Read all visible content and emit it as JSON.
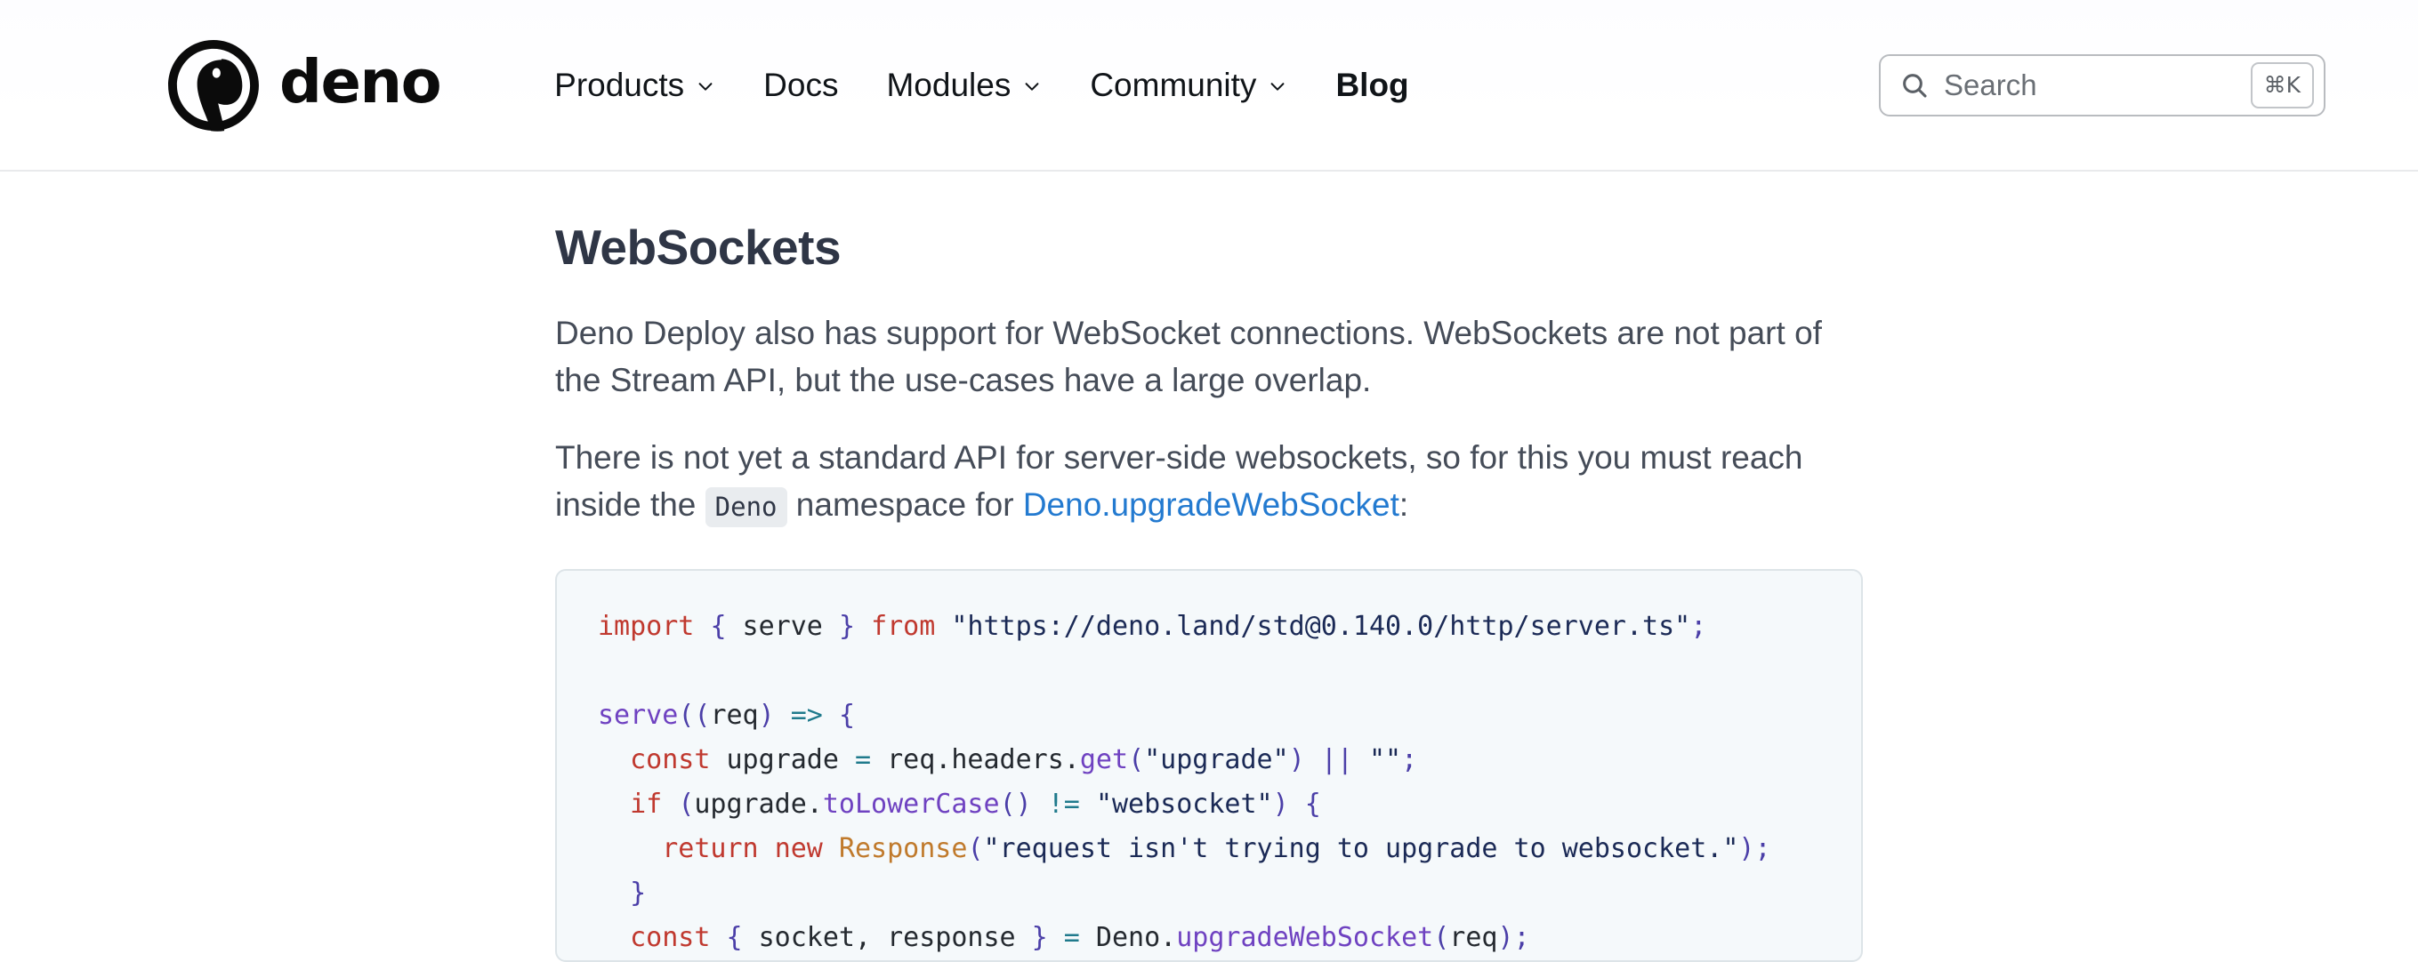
{
  "header": {
    "brand": {
      "logo_icon": "deno-dinosaur-logo",
      "wordmark": "deno"
    },
    "nav": [
      {
        "label": "Products",
        "has_dropdown": true,
        "active": false,
        "icon": "chevron-down-icon"
      },
      {
        "label": "Docs",
        "has_dropdown": false,
        "active": false,
        "icon": ""
      },
      {
        "label": "Modules",
        "has_dropdown": true,
        "active": false,
        "icon": "chevron-down-icon"
      },
      {
        "label": "Community",
        "has_dropdown": true,
        "active": false,
        "icon": "chevron-down-icon"
      },
      {
        "label": "Blog",
        "has_dropdown": false,
        "active": true,
        "icon": ""
      }
    ],
    "search": {
      "icon": "search-icon",
      "placeholder": "Search",
      "value": "",
      "shortcut_badge": "⌘K"
    }
  },
  "article": {
    "title": "WebSockets",
    "paragraphs": [
      {
        "segments": [
          {
            "type": "text",
            "text": "Deno Deploy also has support for WebSocket connections. WebSockets are not part of the Stream API, but the use-cases have a large overlap."
          }
        ]
      },
      {
        "segments": [
          {
            "type": "text",
            "text": "There is not yet a standard API for server-side websockets, so for this you must reach inside the "
          },
          {
            "type": "code",
            "text": "Deno"
          },
          {
            "type": "text",
            "text": " namespace for "
          },
          {
            "type": "link",
            "text": "Deno.upgradeWebSocket"
          },
          {
            "type": "text",
            "text": ":"
          }
        ]
      }
    ],
    "code_block": {
      "language": "typescript",
      "lines": [
        [
          {
            "t": "kw",
            "s": "import"
          },
          {
            "t": "plain",
            "s": " "
          },
          {
            "t": "punc",
            "s": "{"
          },
          {
            "t": "plain",
            "s": " serve "
          },
          {
            "t": "punc",
            "s": "}"
          },
          {
            "t": "plain",
            "s": " "
          },
          {
            "t": "kw",
            "s": "from"
          },
          {
            "t": "plain",
            "s": " "
          },
          {
            "t": "str",
            "s": "\"https://deno.land/std@0.140.0/http/server.ts\""
          },
          {
            "t": "punc",
            "s": ";"
          }
        ],
        [],
        [
          {
            "t": "fn",
            "s": "serve"
          },
          {
            "t": "punc",
            "s": "(("
          },
          {
            "t": "plain",
            "s": "req"
          },
          {
            "t": "punc",
            "s": ")"
          },
          {
            "t": "plain",
            "s": " "
          },
          {
            "t": "op",
            "s": "=>"
          },
          {
            "t": "plain",
            "s": " "
          },
          {
            "t": "punc",
            "s": "{"
          }
        ],
        [
          {
            "t": "plain",
            "s": "  "
          },
          {
            "t": "kw",
            "s": "const"
          },
          {
            "t": "plain",
            "s": " upgrade "
          },
          {
            "t": "op",
            "s": "="
          },
          {
            "t": "plain",
            "s": " req.headers."
          },
          {
            "t": "fn",
            "s": "get"
          },
          {
            "t": "punc",
            "s": "("
          },
          {
            "t": "str",
            "s": "\"upgrade\""
          },
          {
            "t": "punc",
            "s": ")"
          },
          {
            "t": "plain",
            "s": " "
          },
          {
            "t": "punc",
            "s": "||"
          },
          {
            "t": "plain",
            "s": " "
          },
          {
            "t": "str",
            "s": "\"\""
          },
          {
            "t": "punc",
            "s": ";"
          }
        ],
        [
          {
            "t": "plain",
            "s": "  "
          },
          {
            "t": "kw",
            "s": "if"
          },
          {
            "t": "plain",
            "s": " "
          },
          {
            "t": "punc",
            "s": "("
          },
          {
            "t": "plain",
            "s": "upgrade."
          },
          {
            "t": "fn",
            "s": "toLowerCase"
          },
          {
            "t": "punc",
            "s": "()"
          },
          {
            "t": "plain",
            "s": " "
          },
          {
            "t": "op",
            "s": "!="
          },
          {
            "t": "plain",
            "s": " "
          },
          {
            "t": "str",
            "s": "\"websocket\""
          },
          {
            "t": "punc",
            "s": ")"
          },
          {
            "t": "plain",
            "s": " "
          },
          {
            "t": "punc",
            "s": "{"
          }
        ],
        [
          {
            "t": "plain",
            "s": "    "
          },
          {
            "t": "kw",
            "s": "return"
          },
          {
            "t": "plain",
            "s": " "
          },
          {
            "t": "kw",
            "s": "new"
          },
          {
            "t": "plain",
            "s": " "
          },
          {
            "t": "cls",
            "s": "Response"
          },
          {
            "t": "punc",
            "s": "("
          },
          {
            "t": "str",
            "s": "\"request isn't trying to upgrade to websocket.\""
          },
          {
            "t": "punc",
            "s": ");"
          }
        ],
        [
          {
            "t": "plain",
            "s": "  "
          },
          {
            "t": "punc",
            "s": "}"
          }
        ],
        [
          {
            "t": "plain",
            "s": "  "
          },
          {
            "t": "kw",
            "s": "const"
          },
          {
            "t": "plain",
            "s": " "
          },
          {
            "t": "punc",
            "s": "{"
          },
          {
            "t": "plain",
            "s": " socket, response "
          },
          {
            "t": "punc",
            "s": "}"
          },
          {
            "t": "plain",
            "s": " "
          },
          {
            "t": "op",
            "s": "="
          },
          {
            "t": "plain",
            "s": " Deno."
          },
          {
            "t": "fn",
            "s": "upgradeWebSocket"
          },
          {
            "t": "punc",
            "s": "("
          },
          {
            "t": "plain",
            "s": "req"
          },
          {
            "t": "punc",
            "s": ");"
          }
        ]
      ]
    }
  },
  "colors": {
    "link": "#237ad0",
    "heading": "#2f3646",
    "body_text": "#454c58",
    "code_bg": "#f5f9fb",
    "inline_code_bg": "#e9ecef"
  }
}
